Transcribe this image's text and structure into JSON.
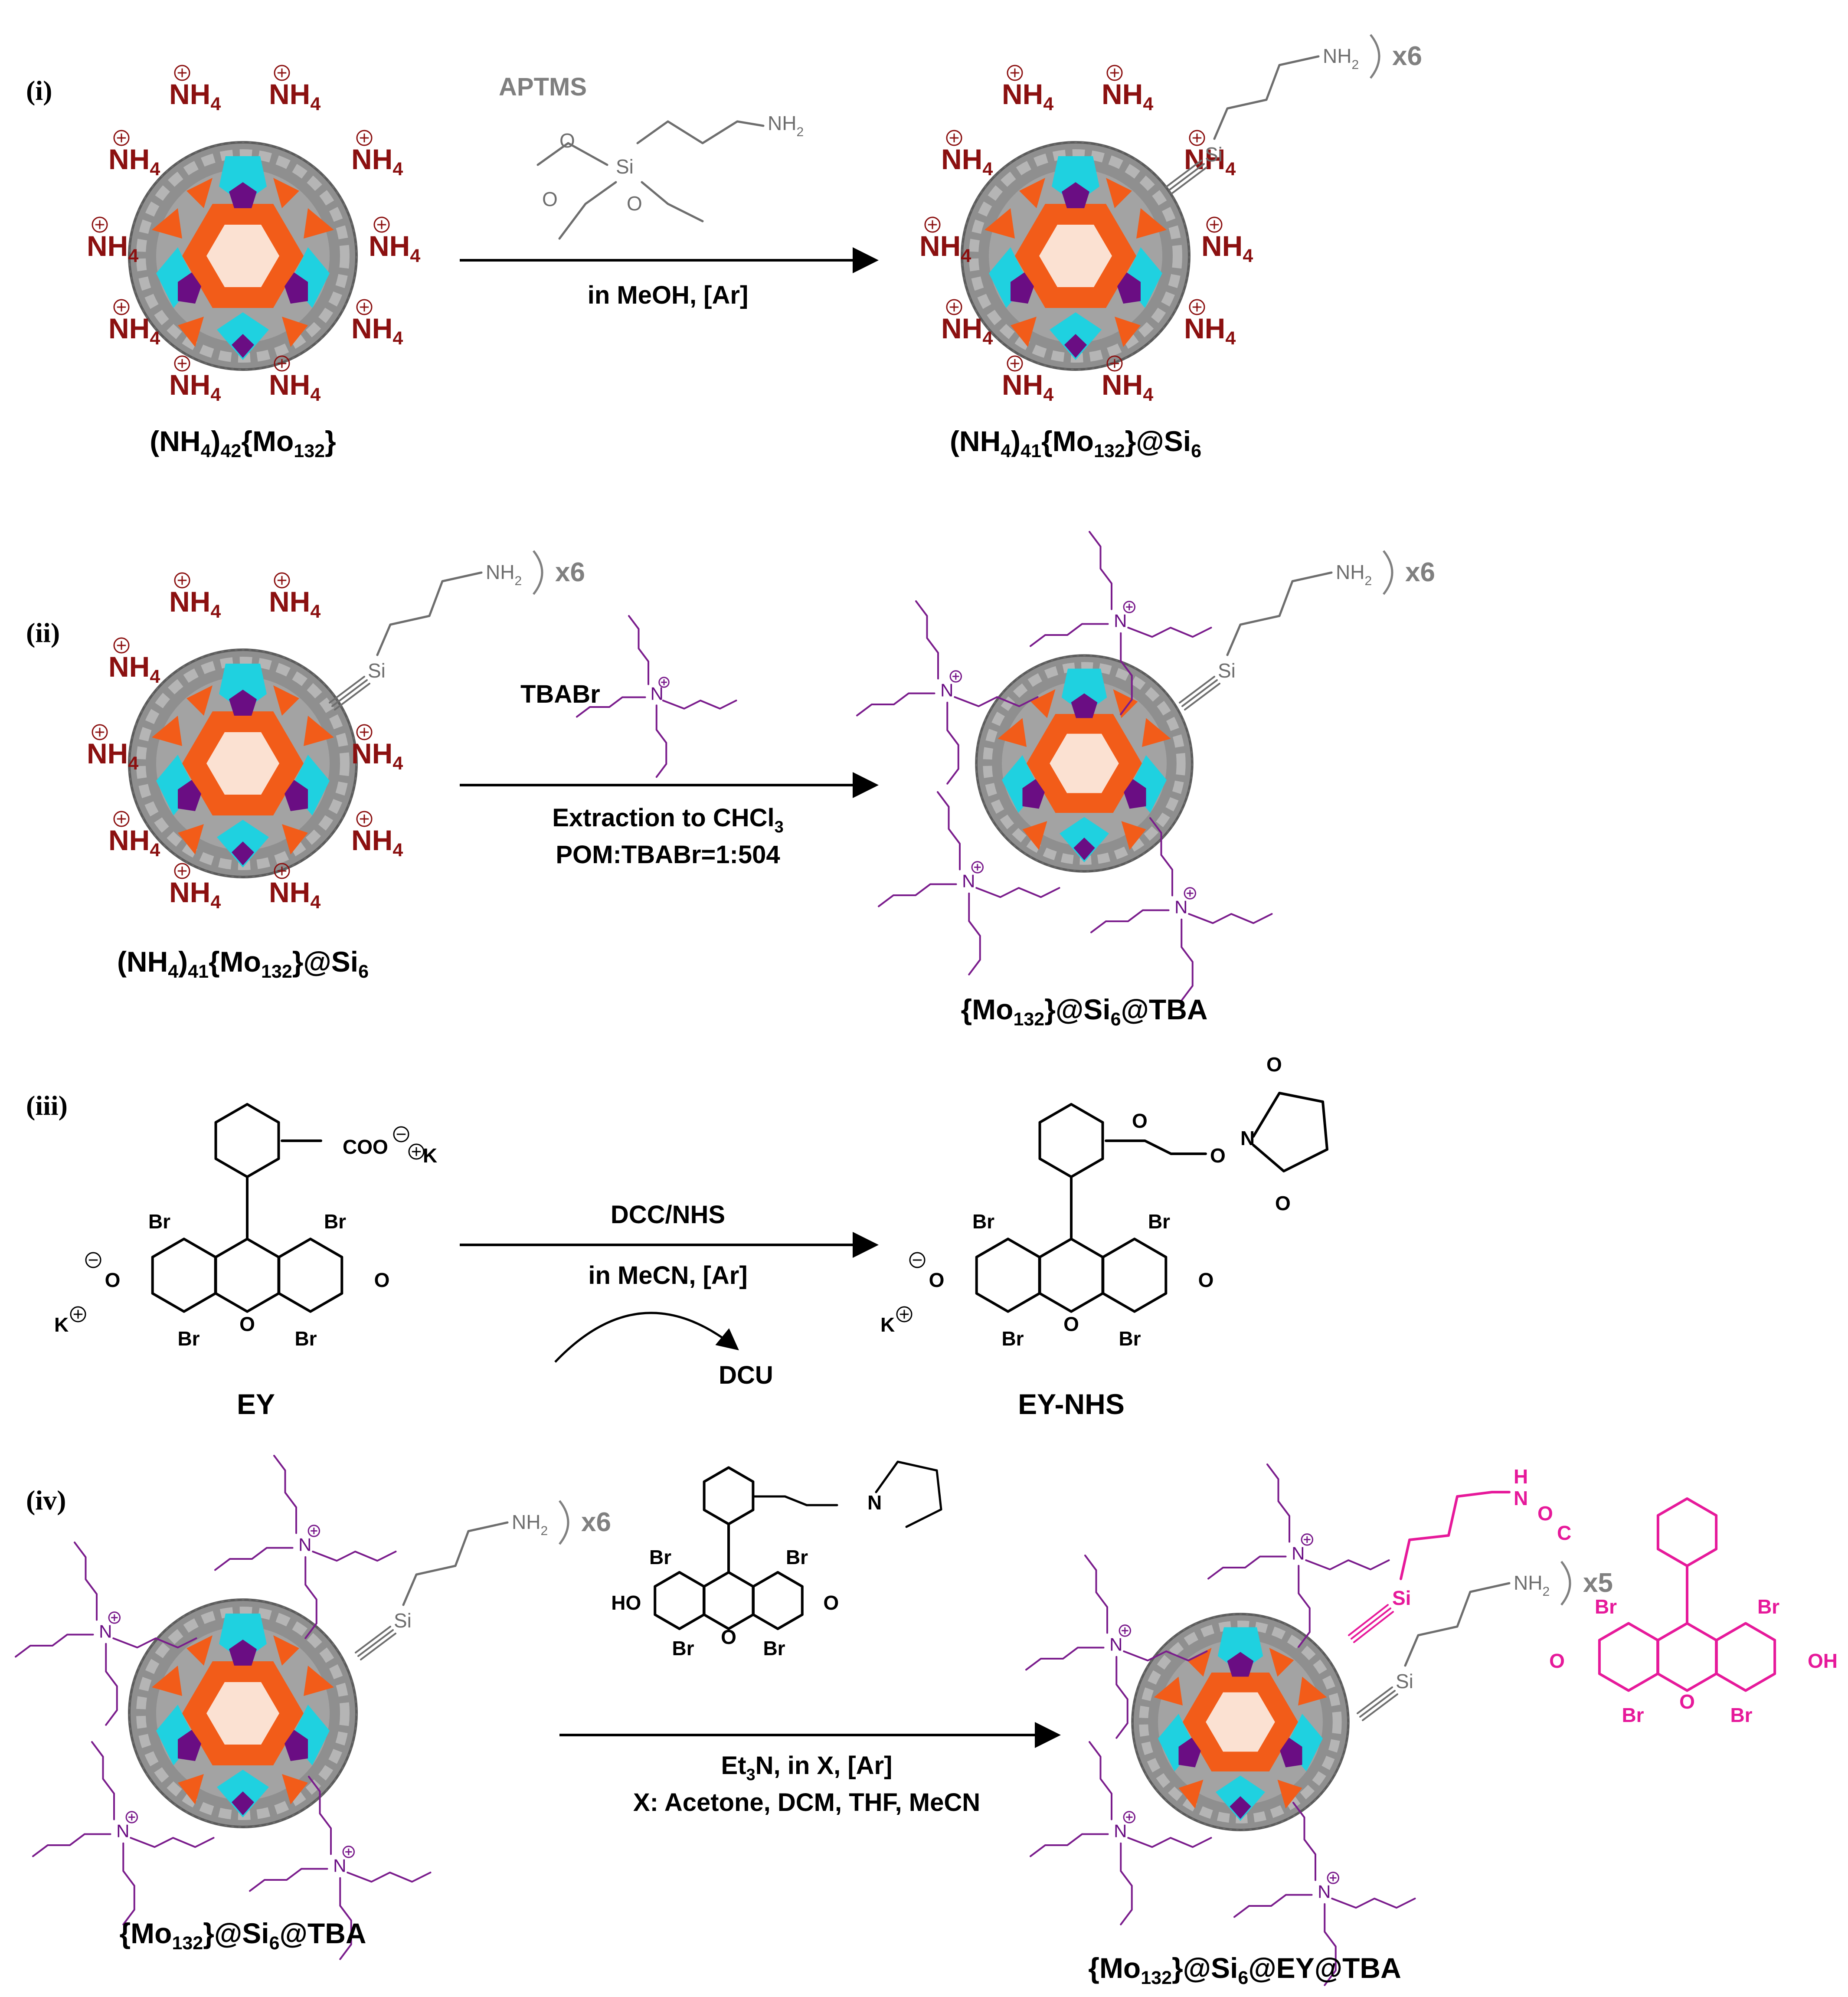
{
  "colors": {
    "ammonium": "#8b1010",
    "tba": "#7a1c8c",
    "linker": "#6e6e6e",
    "eosin_grafted": "#e6199a",
    "pom_grey": "#8f8f8f",
    "pom_orange": "#f25c19",
    "pom_cyan": "#1fd1e0",
    "pom_purple": "#6a0d83"
  },
  "steps": [
    {
      "roman": "(i)",
      "reagent_name": "APTMS",
      "conditions": [
        "in MeOH, [Ar]"
      ],
      "start_label_parts": [
        "(NH",
        "4",
        ")",
        "42",
        "{Mo",
        "132",
        "}"
      ],
      "product_label_parts": [
        "(NH",
        "4",
        ")",
        "41",
        "{Mo",
        "132",
        "}@Si",
        "6"
      ],
      "multiplier": "x6"
    },
    {
      "roman": "(ii)",
      "reagent_name": "TBABr",
      "conditions": [
        "Extraction to CHCl3",
        "POM:TBABr=1:504"
      ],
      "start_label_parts": [
        "(NH",
        "4",
        ")",
        "41",
        "{Mo",
        "132",
        "}@Si",
        "6"
      ],
      "product_label_parts": [
        "{Mo",
        "132",
        "}@Si",
        "6",
        "@TBA"
      ],
      "multiplier": "x6"
    },
    {
      "roman": "(iii)",
      "reagent_name": "DCC/NHS",
      "conditions": [
        "in MeCN, [Ar]"
      ],
      "byproduct": "DCU",
      "start_label": "EY",
      "product_label": "EY-NHS"
    },
    {
      "roman": "(iv)",
      "conditions": [
        "Et3N, in X, [Ar]",
        "X: Acetone, DCM, THF, MeCN"
      ],
      "start_label_parts": [
        "{Mo",
        "132",
        "}@Si",
        "6",
        "@TBA"
      ],
      "product_label_parts": [
        "{Mo",
        "132",
        "}@Si",
        "6",
        "@EY@TBA"
      ],
      "multiplier": "x6",
      "multiplier_product": "x5"
    }
  ],
  "atoms": {
    "ammonium": "NH4",
    "amine": "NH2",
    "silicon": "Si",
    "nitrogen": "N",
    "bromine": "Br",
    "oxygen": "O",
    "hydroxyl": "HO",
    "hydroxyl_r": "OH",
    "potassium": "K",
    "carboxylate": "COO",
    "hydrogen": "H",
    "carbon": "C"
  }
}
